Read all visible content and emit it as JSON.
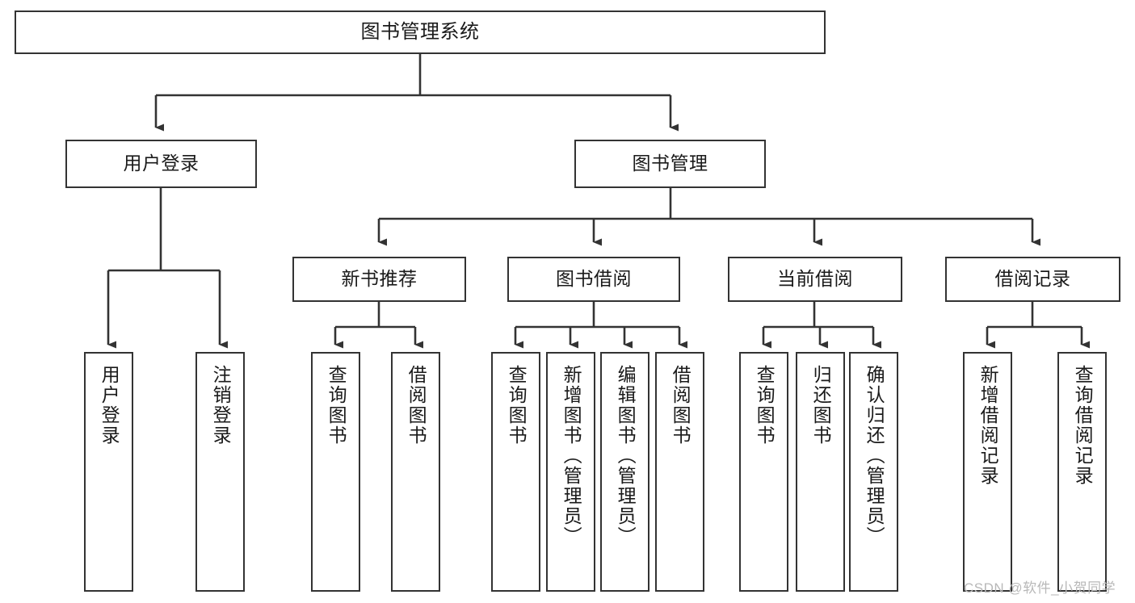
{
  "diagram": {
    "title": "图书管理系统",
    "type": "功能结构图",
    "watermark": "CSDN @软件_小贺同学",
    "line_color": "#333333",
    "box_fill": "#ffffff",
    "text_color": "#1a1a1a"
  },
  "nodes": {
    "root": {
      "label": "图书管理系统"
    },
    "level2": [
      {
        "label": "用户登录"
      },
      {
        "label": "图书管理"
      }
    ],
    "level3": [
      {
        "label": "新书推荐"
      },
      {
        "label": "图书借阅"
      },
      {
        "label": "当前借阅"
      },
      {
        "label": "借阅记录"
      }
    ],
    "leaves_user_login": [
      {
        "label": "用户登录"
      },
      {
        "label": "注销登录"
      }
    ],
    "leaves_new_books": [
      {
        "label": "查询图书"
      },
      {
        "label": "借阅图书"
      }
    ],
    "leaves_borrow": [
      {
        "label": "查询图书"
      },
      {
        "label": "新增图书（管理员）"
      },
      {
        "label": "编辑图书（管理员）"
      },
      {
        "label": "借阅图书"
      }
    ],
    "leaves_current": [
      {
        "label": "查询图书"
      },
      {
        "label": "归还图书"
      },
      {
        "label": "确认归还（管理员）"
      }
    ],
    "leaves_records": [
      {
        "label": "新增借阅记录"
      },
      {
        "label": "查询借阅记录"
      }
    ]
  }
}
